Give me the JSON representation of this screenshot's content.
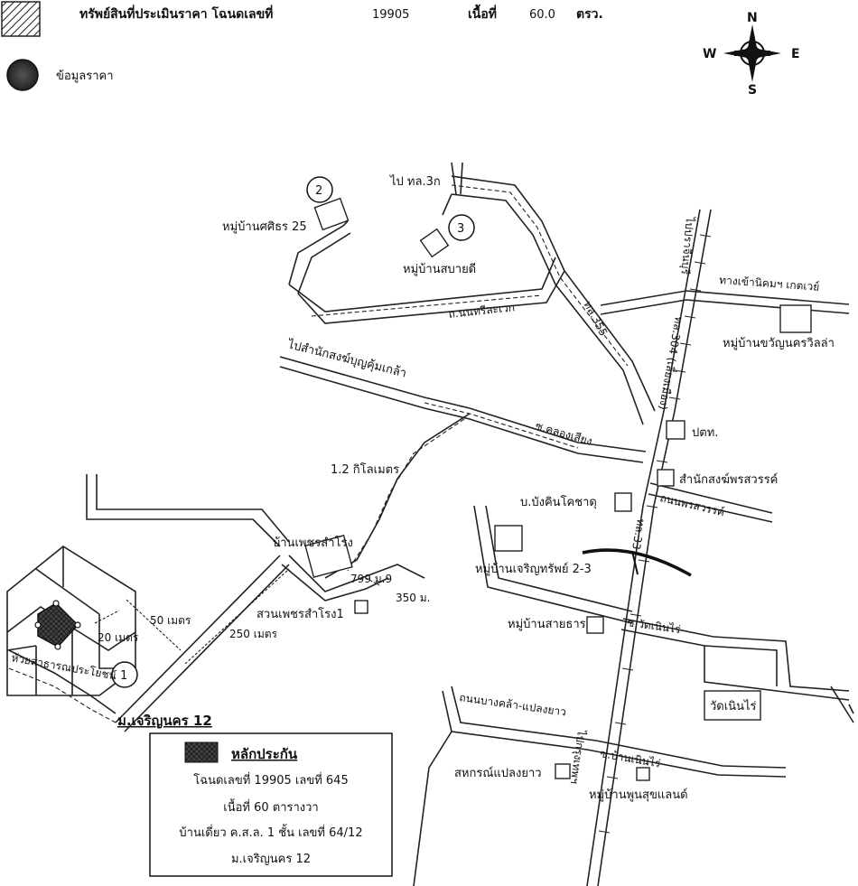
{
  "legend": {
    "subject_label": "ทรัพย์สินที่ประเมินราคา โฉนดเลขที่",
    "deed_number": "19905",
    "area_label": "เนื้อที่",
    "area_value": "60.0",
    "area_unit": "ตรว.",
    "comparable_label": "ข้อมูลราคา"
  },
  "compass": {
    "n": "N",
    "s": "S",
    "e": "E",
    "w": "W"
  },
  "places": {
    "village_sirin": "หมู่บ้านศศิธร 25",
    "village_sabaidee": "หมู่บ้านสบายดี",
    "village_khwanrak": "หมู่บ้านขวัญนครวิลล่า",
    "to_route_3": "ไป ทล.3ก",
    "road_kanchana": "ถ.นนทรีละเวก",
    "to_sanamchai": "ไปสำนักสงฆ์บุญคุ้มเกล้า",
    "distance_1_2km": "1.2 กิโลเมตร",
    "ptt": "ปตท.",
    "monastery": "สำนักสงฆ์พรสวรรค์",
    "bungkhin": "บ.บังคินโคชาดุ",
    "ban_phet": "บ้านเพชรสำโรง",
    "number_799": "799 ม.9",
    "distance_350": "350 ม.",
    "suan_phet": "สวนเพชรสำโรง1",
    "distance_250": "250 เมตร",
    "distance_50": "50 เมตร",
    "distance_20": "20 เมตร",
    "public_canal": "ห้วยสาธารณประโยชน์",
    "village_charoen": "หมู่บ้านเจริญทรัพย์ 2-3",
    "village_saithan": "หมู่บ้านสายธาร",
    "wat_noenrai": "วัดเนินไร่",
    "cooperative": "สหกรณ์แปลงยาว",
    "village_phoon": "หมู่บ้านพูนสุขแลนด์",
    "moo_charoen": "ม.เจริญนคร 12",
    "road_route_33": "ทล.33",
    "road_route_304": "ทล.304 (เลี่ยงเมือง)",
    "road_route_355": "ทล.355",
    "road_phonsawan": "ถนนพรสวรรค์",
    "road_noenrai": "ซ.วัดเนินไร่",
    "road_bangkhla": "ถนนบางคล้า-แปลงยาว",
    "road_ban_noenrai": "ซ.บ้านเนินไร่",
    "to_bangkok": "ไปกรุงเทพฯ",
    "to_prachinburi": "ไปปราจีนบุรี",
    "road_khlongsiang": "ซ.คลองเสียง",
    "road_to_nikhom": "ทางเข้านิคมฯ เกตเวย์"
  },
  "markers": [
    "1",
    "2",
    "3"
  ],
  "collateral": {
    "title": "หลักประกัน",
    "line1": "โฉนดเลขที่ 19905 เลขที่ 645",
    "line2": "เนื้อที่ 60 ตารางวา",
    "line3": "บ้านเดี่ยว ค.ส.ล. 1 ชั้น เลขที่ 64/12",
    "line4": "ม.เจริญนคร 12"
  }
}
